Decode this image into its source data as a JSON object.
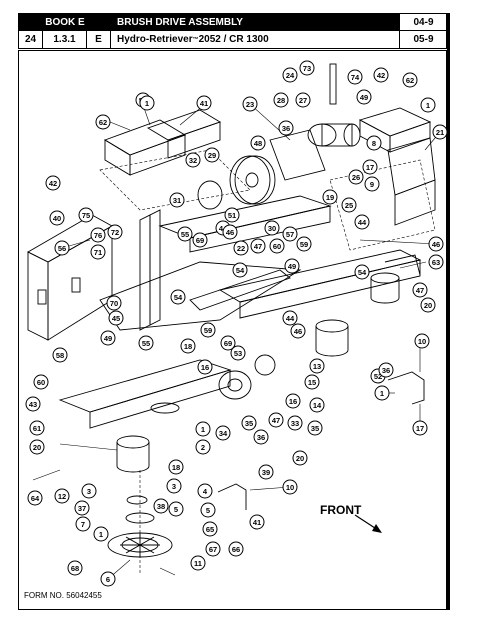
{
  "header": {
    "book": "BOOK E",
    "title": "BRUSH DRIVE ASSEMBLY",
    "date_top": "04-9",
    "page": "24",
    "section": "1.3.1",
    "book_letter": "E",
    "model_prefix": "Hydro-Retriever",
    "model_tm": "™",
    "model_suffix": " 2052 / CR 1300",
    "date_bottom": "05-9"
  },
  "diagram": {
    "front_label": "FRONT",
    "callouts": [
      "73",
      "74",
      "42",
      "62",
      "24",
      "27",
      "49",
      "1",
      "41",
      "50",
      "23",
      "28",
      "36",
      "21",
      "62",
      "1",
      "48",
      "8",
      "32",
      "29",
      "17",
      "26",
      "9",
      "42",
      "31",
      "19",
      "25",
      "51",
      "44",
      "40",
      "75",
      "44",
      "72",
      "55",
      "69",
      "46",
      "22",
      "47",
      "30",
      "57",
      "60",
      "59",
      "46",
      "56",
      "76",
      "71",
      "63",
      "49",
      "54",
      "54",
      "47",
      "20",
      "70",
      "45",
      "54",
      "59",
      "69",
      "53",
      "44",
      "46",
      "58",
      "49",
      "55",
      "18",
      "10",
      "16",
      "13",
      "15",
      "14",
      "52",
      "36",
      "60",
      "1",
      "43",
      "34",
      "35",
      "36",
      "33",
      "35",
      "16",
      "17",
      "61",
      "47",
      "20",
      "1",
      "2",
      "20",
      "39",
      "18",
      "3",
      "4",
      "10",
      "3",
      "5",
      "38",
      "5",
      "37",
      "65",
      "64",
      "12",
      "7",
      "1",
      "41",
      "66",
      "67",
      "11",
      "68",
      "6"
    ]
  },
  "footer": {
    "form_no": "FORM NO. 56042455"
  }
}
